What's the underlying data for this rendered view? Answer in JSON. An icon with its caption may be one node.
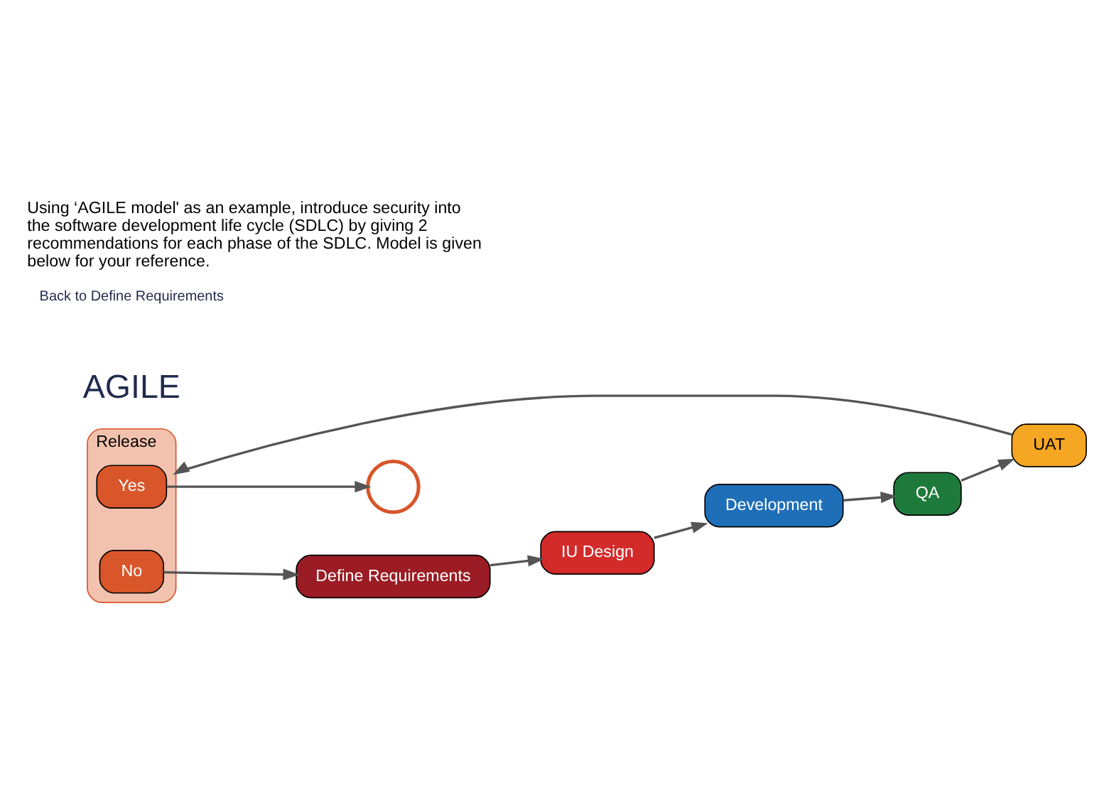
{
  "diagram": {
    "title": "Using ‘AGILE model' as an example, introduce security into the software development life cycle (SDLC) by giving 2 recommendations for each phase of the SDLC. Model is given below for your reference.",
    "nodes": [
      {
        "text": [
          "UAT"
        ]
      },
      {
        "text": [
          "Release"
        ]
      },
      {
        "text": [
          "Yes"
        ],
        "in": 1
      },
      {
        "text": [
          "No"
        ],
        "in": 1
      },
      {
        "text": [],
        "shape": "circle"
      },
      {
        "text": [
          "QA"
        ]
      },
      {
        "text": [
          "Define Requirements"
        ]
      },
      {
        "text": [
          "Development"
        ]
      },
      {
        "text": [
          "IU Design"
        ]
      }
    ],
    "edges": [
      {
        "from": 6,
        "to": 8,
        "arrow": "to"
      },
      {
        "from": 8,
        "to": 7,
        "arrow": "to"
      },
      {
        "from": 7,
        "to": 5,
        "arrow": "to"
      },
      {
        "from": 5,
        "to": 0,
        "arrow": "to"
      },
      {
        "from": 0,
        "to": 1,
        "arrow": "to"
      },
      {
        "from": 2,
        "to": 4,
        "arrow": "to"
      },
      {
        "from": 3,
        "to": 6,
        "arrow": "to"
      }
    ],
    "labels": [
      "AGILE",
      "Back to Define Requirements"
    ]
  }
}
